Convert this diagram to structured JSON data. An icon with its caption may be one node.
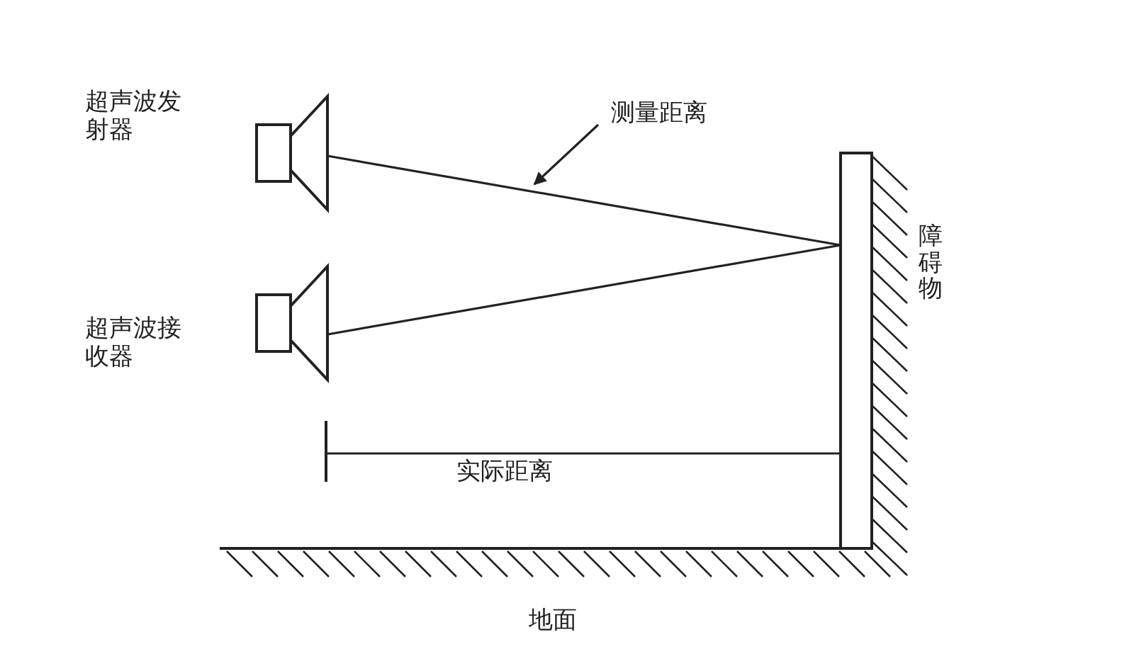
{
  "diagram": {
    "nodes": [
      {
        "text": [
          "超声波发射器"
        ]
      },
      {
        "text": [
          "超声波接收器"
        ]
      },
      {
        "text": [
          "障碍物"
        ]
      },
      {
        "text": [
          "测量距离"
        ]
      }
    ],
    "edges": [
      {
        "from": 0,
        "to": 2,
        "arrow": "none"
      },
      {
        "from": 2,
        "to": 1,
        "arrow": "none"
      },
      {
        "from": 3,
        "to": null,
        "arrow": "to"
      }
    ],
    "labels": [
      "实际距离",
      "地面"
    ]
  }
}
